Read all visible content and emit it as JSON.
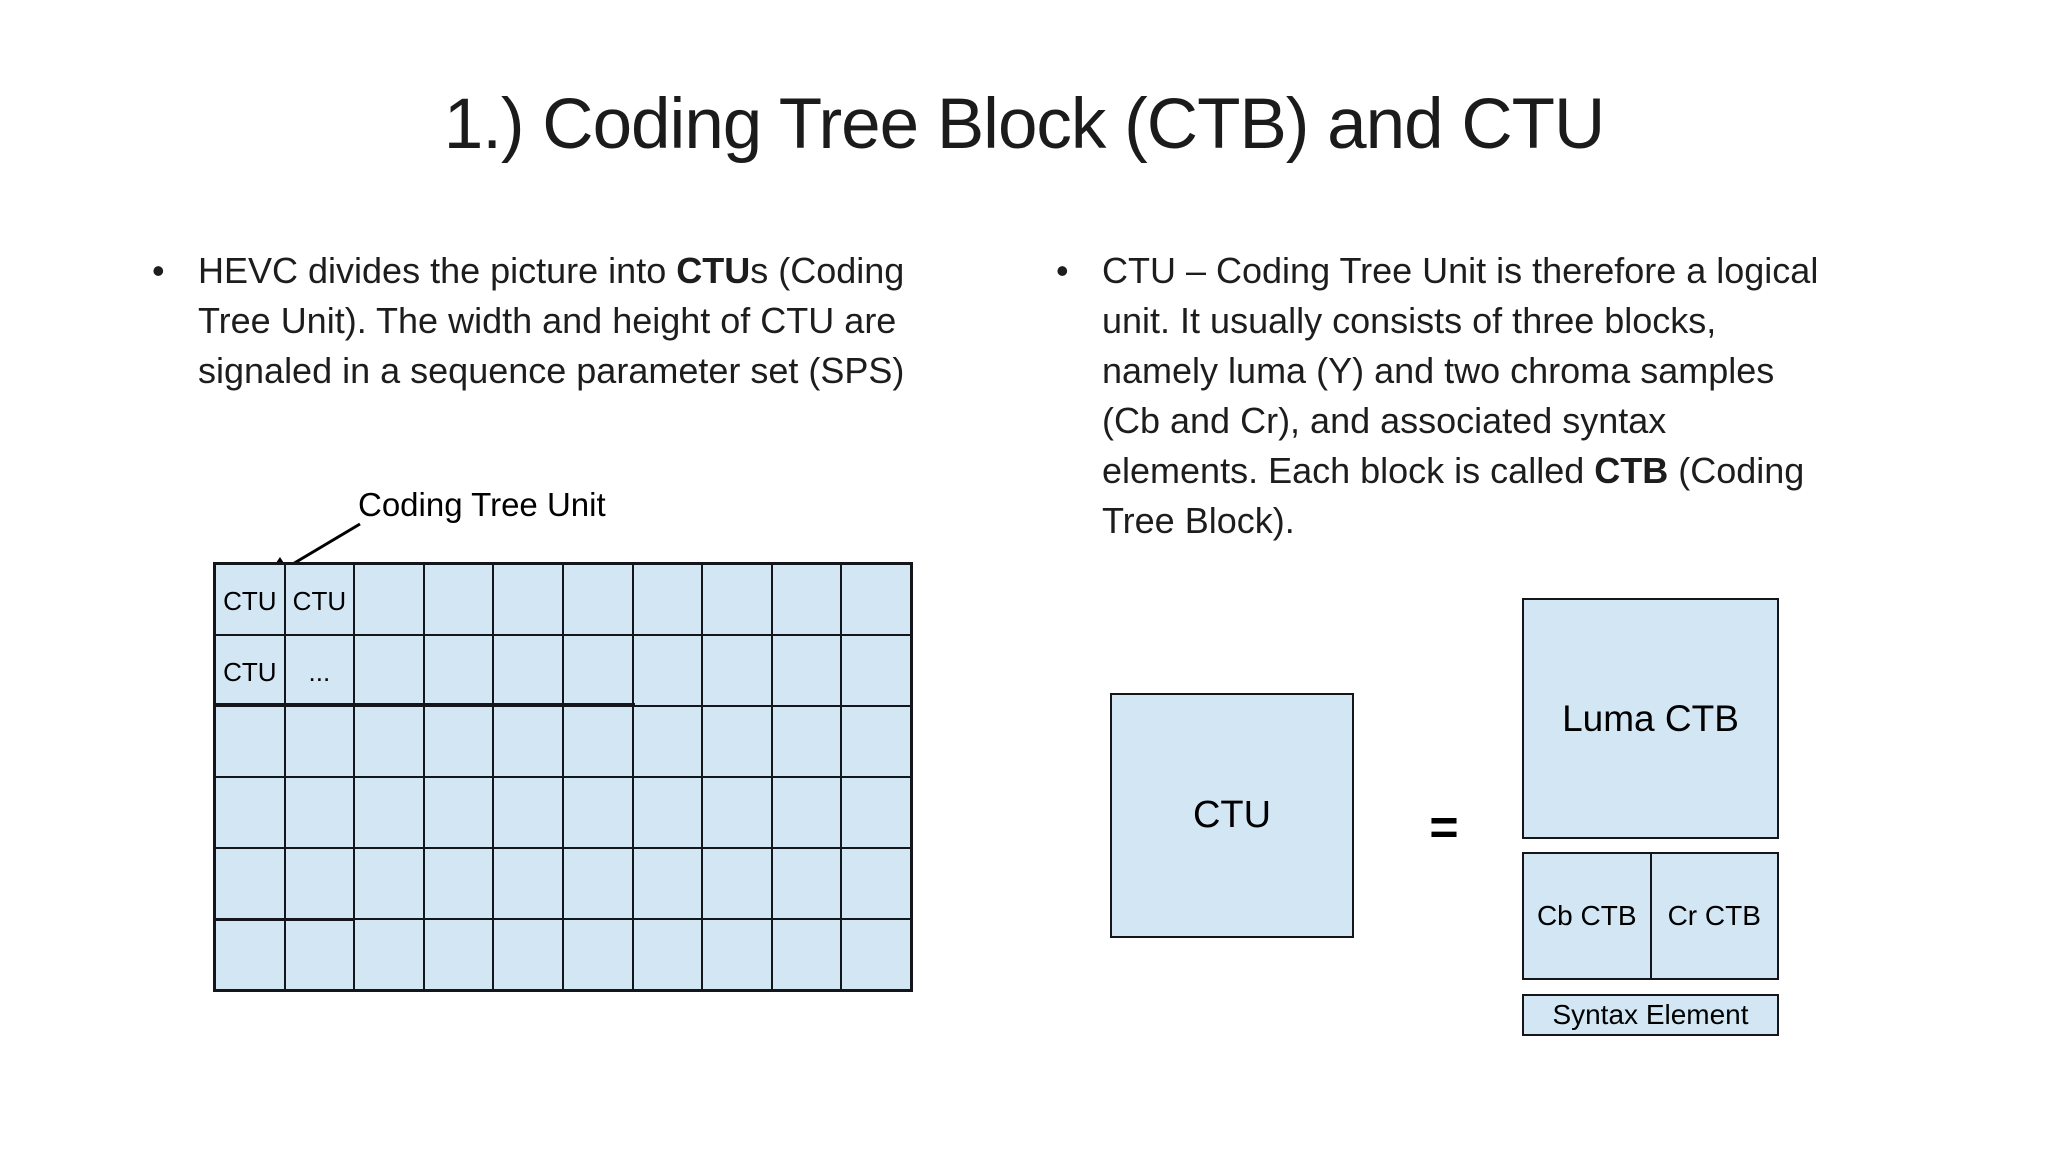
{
  "slide": {
    "title": "1.) Coding Tree Block (CTB) and CTU",
    "bullets": {
      "left": {
        "marker": "•",
        "segments": [
          {
            "t": "HEVC divides the picture into ",
            "b": false
          },
          {
            "t": "CTU",
            "b": true
          },
          {
            "t": "s (Coding\nTree Unit). The width and height of CTU are\nsignaled in a sequence parameter set (SPS)",
            "b": false
          }
        ]
      },
      "right": {
        "marker": "•",
        "segments": [
          {
            "t": "CTU – Coding Tree Unit is therefore a logical\nunit. It usually consists of three blocks,\nnamely luma (Y) and two chroma samples\n(Cb and Cr), and associated syntax\nelements. Each block is called ",
            "b": false
          },
          {
            "t": "CTB",
            "b": true
          },
          {
            "t": " (Coding\nTree Block).",
            "b": false
          }
        ]
      }
    }
  },
  "ctu_grid_figure": {
    "caption": "Coding Tree Unit",
    "cols": 10,
    "rows": 6,
    "cell_labels": [
      {
        "row": 0,
        "col": 0,
        "text": "CTU"
      },
      {
        "row": 0,
        "col": 1,
        "text": "CTU"
      },
      {
        "row": 1,
        "col": 0,
        "text": "CTU"
      },
      {
        "row": 1,
        "col": 1,
        "text": "..."
      }
    ]
  },
  "ctu_equation_figure": {
    "ctu_label": "CTU",
    "equals_sign": "=",
    "luma_label": "Luma CTB",
    "cb_label": "Cb CTB",
    "cr_label": "Cr CTB",
    "syntax_label": "Syntax Element"
  },
  "colors": {
    "box_fill": "#d2e6f4",
    "box_border": "#14161c",
    "text": "#1c1c1c"
  }
}
